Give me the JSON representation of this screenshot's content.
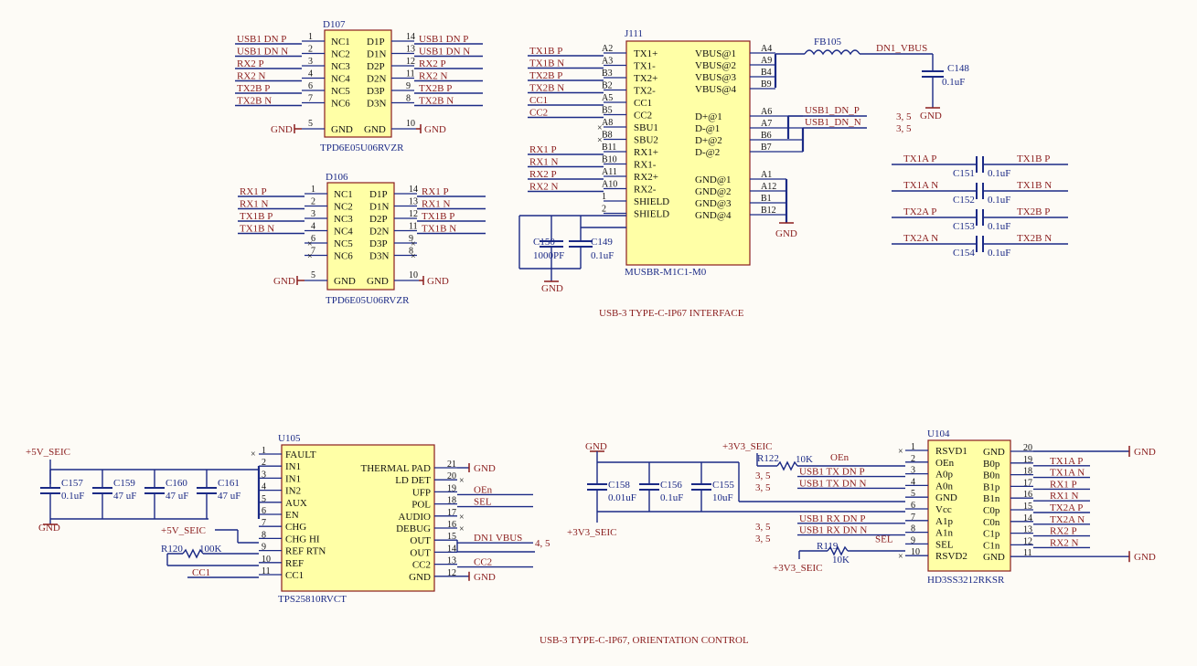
{
  "colors": {
    "body": "#ffffa6",
    "outline": "#8a1d1d",
    "wire": "#1b2a86",
    "background": "#fdfbf6"
  },
  "titles": {
    "top": "USB-3 TYPE-C-IP67 INTERFACE",
    "bottom": "USB-3 TYPE-C-IP67, ORIENTATION CONTROL"
  },
  "d107": {
    "ref": "D107",
    "part": "TPD6E05U06RVZR",
    "left_pins": [
      {
        "num": "1",
        "name": "NC1",
        "net": "USB1_DN_P"
      },
      {
        "num": "2",
        "name": "NC2",
        "net": "USB1_DN_N"
      },
      {
        "num": "3",
        "name": "NC3",
        "net": "RX2_P"
      },
      {
        "num": "4",
        "name": "NC4",
        "net": "RX2_N"
      },
      {
        "num": "6",
        "name": "NC5",
        "net": "TX2B_P"
      },
      {
        "num": "7",
        "name": "NC6",
        "net": "TX2B_N"
      }
    ],
    "right_pins": [
      {
        "num": "14",
        "name": "D1P",
        "net": "USB1_DN_P"
      },
      {
        "num": "13",
        "name": "D1N",
        "net": "USB1_DN_N"
      },
      {
        "num": "12",
        "name": "D2P",
        "net": "RX2_P"
      },
      {
        "num": "11",
        "name": "D2N",
        "net": "RX2_N"
      },
      {
        "num": "9",
        "name": "D3P",
        "net": "TX2B_P"
      },
      {
        "num": "8",
        "name": "D3N",
        "net": "TX2B_N"
      }
    ],
    "gnd_left": {
      "num": "5",
      "name": "GND",
      "net": "GND"
    },
    "gnd_right": {
      "num": "10",
      "name": "GND",
      "net": "GND"
    }
  },
  "d106": {
    "ref": "D106",
    "part": "TPD6E05U06RVZR",
    "left_pins": [
      {
        "num": "1",
        "name": "NC1",
        "net": "RX1_P"
      },
      {
        "num": "2",
        "name": "NC2",
        "net": "RX1_N"
      },
      {
        "num": "3",
        "name": "NC3",
        "net": "TX1B_P"
      },
      {
        "num": "4",
        "name": "NC4",
        "net": "TX1B_N"
      },
      {
        "num": "6",
        "name": "NC5",
        "net": ""
      },
      {
        "num": "7",
        "name": "NC6",
        "net": ""
      }
    ],
    "right_pins": [
      {
        "num": "14",
        "name": "D1P",
        "net": "RX1_P"
      },
      {
        "num": "13",
        "name": "D1N",
        "net": "RX1_N"
      },
      {
        "num": "12",
        "name": "D2P",
        "net": "TX1B_P"
      },
      {
        "num": "11",
        "name": "D2N",
        "net": "TX1B_N"
      },
      {
        "num": "9",
        "name": "D3P",
        "net": ""
      },
      {
        "num": "8",
        "name": "D3N",
        "net": ""
      }
    ],
    "gnd_left": {
      "num": "5",
      "name": "GND",
      "net": "GND"
    },
    "gnd_right": {
      "num": "10",
      "name": "GND",
      "net": "GND"
    }
  },
  "j111": {
    "ref": "J111",
    "part": "MUSBR-M1C1-M0",
    "left_pins": [
      {
        "num": "A2",
        "name": "TX1+",
        "net": "TX1B_P"
      },
      {
        "num": "A3",
        "name": "TX1-",
        "net": "TX1B_N"
      },
      {
        "num": "B3",
        "name": "TX2+",
        "net": "TX2B_P"
      },
      {
        "num": "B2",
        "name": "TX2-",
        "net": "TX2B_N"
      },
      {
        "num": "A5",
        "name": "CC1",
        "net": "CC1"
      },
      {
        "num": "B5",
        "name": "CC2",
        "net": "CC2"
      },
      {
        "num": "A8",
        "name": "SBU1",
        "net": ""
      },
      {
        "num": "B8",
        "name": "SBU2",
        "net": ""
      },
      {
        "num": "B11",
        "name": "RX1+",
        "net": "RX1_P"
      },
      {
        "num": "B10",
        "name": "RX1-",
        "net": "RX1_N"
      },
      {
        "num": "A11",
        "name": "RX2+",
        "net": "RX2_P"
      },
      {
        "num": "A10",
        "name": "RX2-",
        "net": "RX2_N"
      },
      {
        "num": "1",
        "name": "SHIELD",
        "net": ""
      },
      {
        "num": "2",
        "name": "SHIELD",
        "net": ""
      }
    ],
    "vbus_pins": [
      {
        "num": "A4",
        "name": "VBUS@1"
      },
      {
        "num": "A9",
        "name": "VBUS@2"
      },
      {
        "num": "B4",
        "name": "VBUS@3"
      },
      {
        "num": "B9",
        "name": "VBUS@4"
      }
    ],
    "d_pins": [
      {
        "num": "A6",
        "name": "D+@1"
      },
      {
        "num": "A7",
        "name": "D-@1"
      },
      {
        "num": "B6",
        "name": "D+@2"
      },
      {
        "num": "B7",
        "name": "D-@2"
      }
    ],
    "gnd_pins": [
      {
        "num": "A1",
        "name": "GND@1"
      },
      {
        "num": "A12",
        "name": "GND@2"
      },
      {
        "num": "B1",
        "name": "GND@3"
      },
      {
        "num": "B12",
        "name": "GND@4"
      }
    ],
    "d_nets": [
      "USB1_DN_P",
      "USB1_DN_N"
    ],
    "d_refs": [
      "3, 5",
      "3, 5"
    ]
  },
  "fb105": {
    "ref": "FB105",
    "net": "DN1_VBUS"
  },
  "c148": {
    "ref": "C148",
    "value": "0.1uF",
    "gnd": "GND"
  },
  "c150": {
    "ref": "C150",
    "value": "1000PF"
  },
  "c149": {
    "ref": "C149",
    "value": "0.1uF"
  },
  "shield_gnd": "GND",
  "j_gnd": "GND",
  "ac_caps": [
    {
      "ref": "C151",
      "value": "0.1uF",
      "left": "TX1A_P",
      "right": "TX1B_P"
    },
    {
      "ref": "C152",
      "value": "0.1uF",
      "left": "TX1A_N",
      "right": "TX1B_N"
    },
    {
      "ref": "C153",
      "value": "0.1uF",
      "left": "TX2A_P",
      "right": "TX2B_P"
    },
    {
      "ref": "C154",
      "value": "0.1uF",
      "left": "TX2A_N",
      "right": "TX2B_N"
    }
  ],
  "u105": {
    "ref": "U105",
    "part": "TPS25810RVCT",
    "left_pins": [
      {
        "num": "1",
        "name": "FAULT"
      },
      {
        "num": "2",
        "name": "IN1"
      },
      {
        "num": "3",
        "name": "IN1"
      },
      {
        "num": "4",
        "name": "IN2"
      },
      {
        "num": "5",
        "name": "AUX"
      },
      {
        "num": "6",
        "name": "EN"
      },
      {
        "num": "7",
        "name": "CHG"
      },
      {
        "num": "8",
        "name": "CHG_HI"
      },
      {
        "num": "9",
        "name": "REF_RTN"
      },
      {
        "num": "10",
        "name": "REF"
      },
      {
        "num": "11",
        "name": "CC1"
      }
    ],
    "right_pins": [
      {
        "num": "21",
        "name": "THERMAL_PAD",
        "net": "GND"
      },
      {
        "num": "20",
        "name": "LD_DET",
        "net": ""
      },
      {
        "num": "19",
        "name": "UFP",
        "net": "OEn"
      },
      {
        "num": "18",
        "name": "POL",
        "net": "SEL"
      },
      {
        "num": "17",
        "name": "AUDIO",
        "net": ""
      },
      {
        "num": "16",
        "name": "DEBUG",
        "net": ""
      },
      {
        "num": "15",
        "name": "OUT",
        "net": "DN1_VBUS"
      },
      {
        "num": "14",
        "name": "OUT",
        "net": ""
      },
      {
        "num": "13",
        "name": "CC2",
        "net": "CC2"
      },
      {
        "num": "12",
        "name": "GND",
        "net": "GND"
      }
    ],
    "out_ref": "4, 5",
    "cc1_net": "CC1",
    "r120": {
      "ref": "R120",
      "value": "100K"
    },
    "pwr_net": "+5V_SEIC",
    "chg_pwr": "+5V_SEIC",
    "gnd": "GND",
    "caps": [
      {
        "ref": "C157",
        "value": "0.1uF"
      },
      {
        "ref": "C159",
        "value": "47 uF"
      },
      {
        "ref": "C160",
        "value": "47 uF"
      },
      {
        "ref": "C161",
        "value": "47 uF"
      }
    ]
  },
  "u104": {
    "ref": "U104",
    "part": "HD3SS3212RKSR",
    "left_pins": [
      {
        "num": "1",
        "name": "RSVD1",
        "net": ""
      },
      {
        "num": "2",
        "name": "OEn",
        "net": "OEn"
      },
      {
        "num": "3",
        "name": "A0p",
        "net": "USB1_TX_DN_P"
      },
      {
        "num": "4",
        "name": "A0n",
        "net": "USB1_TX_DN_N"
      },
      {
        "num": "5",
        "name": "GND",
        "net": ""
      },
      {
        "num": "6",
        "name": "Vcc",
        "net": ""
      },
      {
        "num": "7",
        "name": "A1p",
        "net": "USB1_RX_DN_P"
      },
      {
        "num": "8",
        "name": "A1n",
        "net": "USB1_RX_DN_N"
      },
      {
        "num": "9",
        "name": "SEL",
        "net": "SEL"
      },
      {
        "num": "10",
        "name": "RSVD2",
        "net": ""
      }
    ],
    "right_pins": [
      {
        "num": "20",
        "name": "GND",
        "net": "GND"
      },
      {
        "num": "19",
        "name": "B0p",
        "net": "TX1A_P"
      },
      {
        "num": "18",
        "name": "B0n",
        "net": "TX1A_N"
      },
      {
        "num": "17",
        "name": "B1p",
        "net": "RX1_P"
      },
      {
        "num": "16",
        "name": "B1n",
        "net": "RX1_N"
      },
      {
        "num": "15",
        "name": "C0p",
        "net": "TX2A_P"
      },
      {
        "num": "14",
        "name": "C0n",
        "net": "TX2A_N"
      },
      {
        "num": "13",
        "name": "C1p",
        "net": "RX2_P"
      },
      {
        "num": "12",
        "name": "C1n",
        "net": "RX2_N"
      },
      {
        "num": "11",
        "name": "GND",
        "net": "GND"
      }
    ],
    "refs": [
      "3, 5",
      "3, 5",
      "3, 5",
      "3, 5"
    ],
    "r122": {
      "ref": "R122",
      "value": "10K"
    },
    "r119": {
      "ref": "R119",
      "value": "10K"
    },
    "pwr_top": "+3V3_SEIC",
    "pwr_left": "+3V3_SEIC",
    "pwr_r119": "+3V3_SEIC",
    "gnd_top": "GND",
    "caps": [
      {
        "ref": "C158",
        "value": "0.01uF"
      },
      {
        "ref": "C156",
        "value": "0.1uF"
      },
      {
        "ref": "C155",
        "value": "10uF"
      }
    ]
  }
}
